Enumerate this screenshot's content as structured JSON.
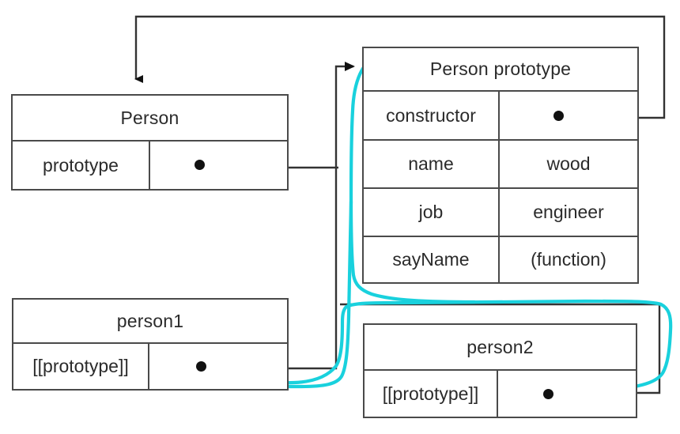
{
  "diagram": {
    "title": "JavaScript prototype chain diagram",
    "colors": {
      "box_border": "#4a4a4a",
      "text": "#2b2b2b",
      "connector": "#333333",
      "highlight": "#19d1dd",
      "background": "#ffffff"
    },
    "nodes": [
      {
        "id": "person",
        "title": "Person",
        "rows": [
          {
            "key": "prototype",
            "value": "",
            "value_is_reference": true
          }
        ]
      },
      {
        "id": "person-prototype",
        "title": "Person prototype",
        "rows": [
          {
            "key": "constructor",
            "value": "",
            "value_is_reference": true
          },
          {
            "key": "name",
            "value": "wood",
            "value_is_reference": false
          },
          {
            "key": "job",
            "value": "engineer",
            "value_is_reference": false
          },
          {
            "key": "sayName",
            "value": "(function)",
            "value_is_reference": false
          }
        ]
      },
      {
        "id": "person1",
        "title": "person1",
        "rows": [
          {
            "key": "[[prototype]]",
            "value": "",
            "value_is_reference": true
          }
        ]
      },
      {
        "id": "person2",
        "title": "person2",
        "rows": [
          {
            "key": "[[prototype]]",
            "value": "",
            "value_is_reference": true
          }
        ]
      }
    ],
    "connections": [
      {
        "id": "person-prototype-to-person-prototype-box",
        "from": "person.prototype",
        "to": "person-prototype",
        "style": "solid-black",
        "arrow": false
      },
      {
        "id": "constructor-to-person",
        "from": "person-prototype.constructor",
        "to": "person",
        "style": "solid-black",
        "arrow": true
      },
      {
        "id": "person1-prototype-to-person-prototype",
        "from": "person1.[[prototype]]",
        "to": "person-prototype",
        "style": "solid-black",
        "arrow": true
      },
      {
        "id": "person2-prototype-to-person-prototype",
        "from": "person2.[[prototype]]",
        "to": "person-prototype",
        "style": "solid-black",
        "arrow": false
      },
      {
        "id": "highlight-trace",
        "from": "person2.[[prototype]]",
        "to": "person-prototype",
        "style": "hand-drawn-cyan",
        "arrow": false
      }
    ]
  }
}
